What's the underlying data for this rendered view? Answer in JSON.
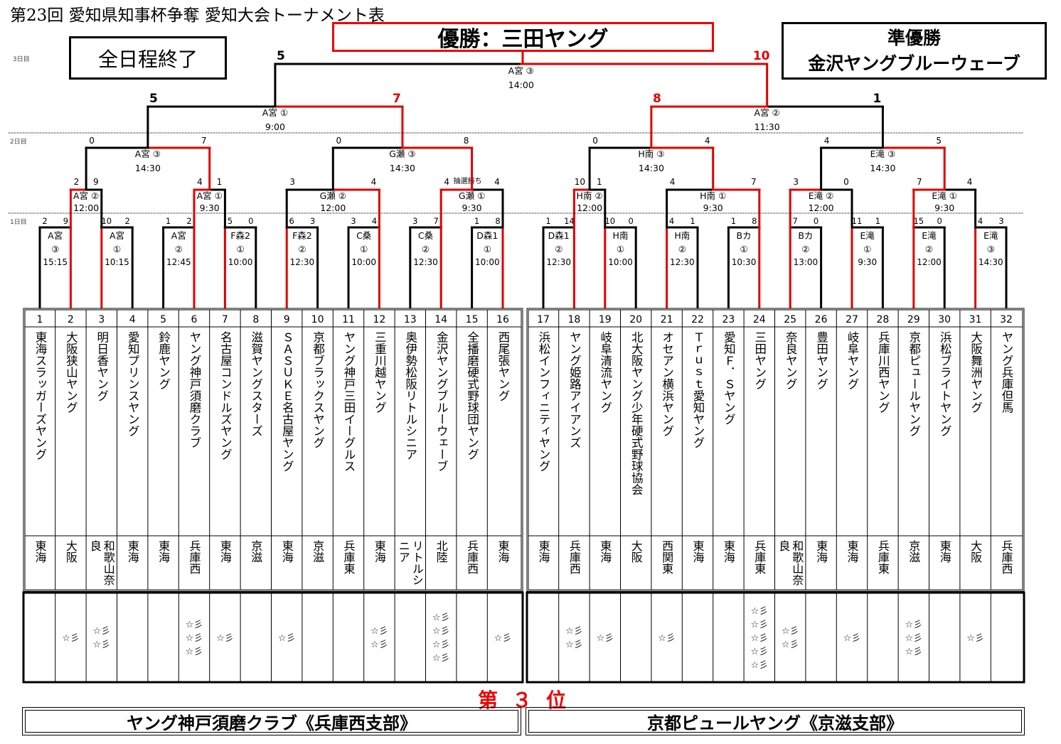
{
  "header": {
    "title": "第23回 愛知県知事杯争奪 愛知大会トーナメント表",
    "champion": "優勝：三田ヤング",
    "status": "全日程終了",
    "runner_up_label": "準優勝",
    "runner_up_team": "金沢ヤングブルーウェーブ"
  },
  "day_labels": {
    "day3": "3日目",
    "day2": "2日目",
    "day1": "1日目"
  },
  "teams": [
    {
      "no": "1",
      "name": "東海スラッガーズヤング",
      "region": "東海",
      "stars": ""
    },
    {
      "no": "2",
      "name": "大阪狭山ヤング",
      "region": "大阪",
      "stars": "☆彡"
    },
    {
      "no": "3",
      "name": "明日香ヤング",
      "region": "和歌山奈良",
      "stars": "☆彡\n☆彡"
    },
    {
      "no": "4",
      "name": "愛知プリンスヤング",
      "region": "東海",
      "stars": ""
    },
    {
      "no": "5",
      "name": "鈴鹿ヤング",
      "region": "東海",
      "stars": ""
    },
    {
      "no": "6",
      "name": "ヤング神戸須磨クラブ",
      "region": "兵庫西",
      "stars": "☆彡\n☆彡\n☆彡"
    },
    {
      "no": "7",
      "name": "名古屋コンドルズヤング",
      "region": "東海",
      "stars": "☆彡"
    },
    {
      "no": "8",
      "name": "滋賀ヤングスターズ",
      "region": "京滋",
      "stars": ""
    },
    {
      "no": "9",
      "name": "ＳＡＳＵＫＥ名古屋ヤング",
      "region": "東海",
      "stars": "☆彡"
    },
    {
      "no": "10",
      "name": "京都ブラックスヤング",
      "region": "京滋",
      "stars": ""
    },
    {
      "no": "11",
      "name": "ヤング神戸三田イーグルス",
      "region": "兵庫東",
      "stars": ""
    },
    {
      "no": "12",
      "name": "三重川越ヤング",
      "region": "東海",
      "stars": "☆彡\n☆彡"
    },
    {
      "no": "13",
      "name": "奥伊勢松阪リトルシニア",
      "region": "リトルシニア",
      "stars": ""
    },
    {
      "no": "14",
      "name": "金沢ヤングブルーウェーブ",
      "region": "北陸",
      "stars": "☆彡\n☆彡\n☆彡\n☆彡"
    },
    {
      "no": "15",
      "name": "全播磨硬式野球団ヤング",
      "region": "兵庫西",
      "stars": ""
    },
    {
      "no": "16",
      "name": "西尾張ヤング",
      "region": "東海",
      "stars": "☆彡"
    },
    {
      "no": "17",
      "name": "浜松インフィニティヤング",
      "region": "東海",
      "stars": ""
    },
    {
      "no": "18",
      "name": "ヤング姫路アイアンズ",
      "region": "兵庫西",
      "stars": "☆彡\n☆彡"
    },
    {
      "no": "19",
      "name": "岐阜清流ヤング",
      "region": "東海",
      "stars": "☆彡"
    },
    {
      "no": "20",
      "name": "北大阪ヤング少年硬式野球協会",
      "region": "大阪",
      "stars": ""
    },
    {
      "no": "21",
      "name": "オセアン横浜ヤング",
      "region": "西関東",
      "stars": "☆彡"
    },
    {
      "no": "22",
      "name": "Ｔｒｕｓｔ愛知ヤング",
      "region": "東海",
      "stars": ""
    },
    {
      "no": "23",
      "name": "愛知Ｆ．Ｓヤング",
      "region": "東海",
      "stars": ""
    },
    {
      "no": "24",
      "name": "三田ヤング",
      "region": "兵庫東",
      "stars": "☆彡\n☆彡\n☆彡\n☆彡\n☆彡"
    },
    {
      "no": "25",
      "name": "奈良ヤング",
      "region": "和歌山奈良",
      "stars": "☆彡\n☆彡"
    },
    {
      "no": "26",
      "name": "豊田ヤング",
      "region": "東海",
      "stars": ""
    },
    {
      "no": "27",
      "name": "岐阜ヤング",
      "region": "東海",
      "stars": "☆彡"
    },
    {
      "no": "28",
      "name": "兵庫川西ヤング",
      "region": "兵庫東",
      "stars": ""
    },
    {
      "no": "29",
      "name": "京都ピュールヤング",
      "region": "京滋",
      "stars": "☆彡\n☆彡\n☆彡"
    },
    {
      "no": "30",
      "name": "浜松ブライトヤング",
      "region": "東海",
      "stars": ""
    },
    {
      "no": "31",
      "name": "大阪舞洲ヤング",
      "region": "大阪",
      "stars": "☆彡"
    },
    {
      "no": "32",
      "name": "ヤング兵庫但馬",
      "region": "兵庫西",
      "stars": ""
    }
  ],
  "r1_matches": [
    {
      "venue": "A宮",
      "court": "③",
      "time": "15:15",
      "s1": "2",
      "s2": "9",
      "winner": 2
    },
    {
      "venue": "A宮",
      "court": "①",
      "time": "10:15",
      "s1": "10",
      "s2": "2",
      "winner": 1
    },
    {
      "venue": "A宮",
      "court": "②",
      "time": "12:45",
      "s1": "1",
      "s2": "2",
      "winner": 2
    },
    {
      "venue": "F森2",
      "court": "①",
      "time": "10:00",
      "s1": "5",
      "s2": "0",
      "winner": 1
    },
    {
      "venue": "F森2",
      "court": "②",
      "time": "12:30",
      "s1": "6",
      "s2": "3",
      "winner": 1
    },
    {
      "venue": "C桑",
      "court": "①",
      "time": "10:00",
      "s1": "3",
      "s2": "4",
      "winner": 2
    },
    {
      "venue": "C桑",
      "court": "②",
      "time": "12:30",
      "s1": "3",
      "s2": "7",
      "winner": 2
    },
    {
      "venue": "D森1",
      "court": "①",
      "time": "10:00",
      "s1": "1",
      "s2": "8",
      "winner": 2
    },
    {
      "venue": "D森1",
      "court": "②",
      "time": "12:30",
      "s1": "1",
      "s2": "14",
      "winner": 2
    },
    {
      "venue": "H南",
      "court": "①",
      "time": "10:00",
      "s1": "10",
      "s2": "0",
      "winner": 1
    },
    {
      "venue": "H南",
      "court": "②",
      "time": "12:30",
      "s1": "4",
      "s2": "1",
      "winner": 1
    },
    {
      "venue": "Bカ",
      "court": "①",
      "time": "10:30",
      "s1": "1",
      "s2": "8",
      "winner": 2
    },
    {
      "venue": "Bカ",
      "court": "②",
      "time": "13:00",
      "s1": "7",
      "s2": "0",
      "winner": 1
    },
    {
      "venue": "E滝",
      "court": "①",
      "time": "9:30",
      "s1": "11",
      "s2": "1",
      "winner": 1
    },
    {
      "venue": "E滝",
      "court": "②",
      "time": "12:00",
      "s1": "15",
      "s2": "0",
      "winner": 1
    },
    {
      "venue": "E滝",
      "court": "③",
      "time": "14:30",
      "s1": "4",
      "s2": "3",
      "winner": 1
    }
  ],
  "r2_matches": [
    {
      "label": "A宮 ②",
      "time": "12:00",
      "s1": "2",
      "s2": "9",
      "winner": 1
    },
    {
      "label": "A宮 ①",
      "time": "9:30",
      "s1": "4",
      "s2": "1",
      "winner": 1
    },
    {
      "label": "G瀬 ②",
      "time": "12:00",
      "s1": "3",
      "s2": "4",
      "winner": 2
    },
    {
      "label": "G瀬 ①",
      "time": "9:30",
      "s1": "4",
      "s2": "4",
      "winner": 1,
      "note": "抽選勝ち"
    },
    {
      "label": "H南 ②",
      "time": "12:00",
      "s1": "10",
      "s2": "1",
      "winner": 1
    },
    {
      "label": "H南 ①",
      "time": "9:30",
      "s1": "4",
      "s2": "7",
      "winner": 2
    },
    {
      "label": "E滝 ②",
      "time": "12:00",
      "s1": "3",
      "s2": "0",
      "winner": 1
    },
    {
      "label": "E滝 ①",
      "time": "9:30",
      "s1": "7",
      "s2": "4",
      "winner": 1
    }
  ],
  "r3_matches": [
    {
      "label": "A宮 ③",
      "time": "14:30",
      "s1": "0",
      "s2": "7",
      "winner": 2
    },
    {
      "label": "G瀬 ③",
      "time": "14:30",
      "s1": "0",
      "s2": "8",
      "winner": 2
    },
    {
      "label": "H南 ③",
      "time": "14:30",
      "s1": "0",
      "s2": "4",
      "winner": 2
    },
    {
      "label": "E滝 ③",
      "time": "14:30",
      "s1": "4",
      "s2": "5",
      "winner": 2
    }
  ],
  "semi_matches": [
    {
      "label": "A宮 ①",
      "time": "9:00",
      "s1": "5",
      "s2": "7",
      "winner": 2
    },
    {
      "label": "A宮 ②",
      "time": "11:30",
      "s1": "8",
      "s2": "1",
      "winner": 1
    }
  ],
  "final_match": {
    "label": "A宮 ③",
    "time": "14:00",
    "s1": "5",
    "s2": "10",
    "winner": 2
  },
  "third_place": {
    "label": "第３位",
    "left": "ヤング神戸須磨クラブ《兵庫西支部》",
    "right": "京都ピュールヤング《京滋支部》"
  },
  "colors": {
    "win": "#e00000",
    "line": "#000000"
  }
}
